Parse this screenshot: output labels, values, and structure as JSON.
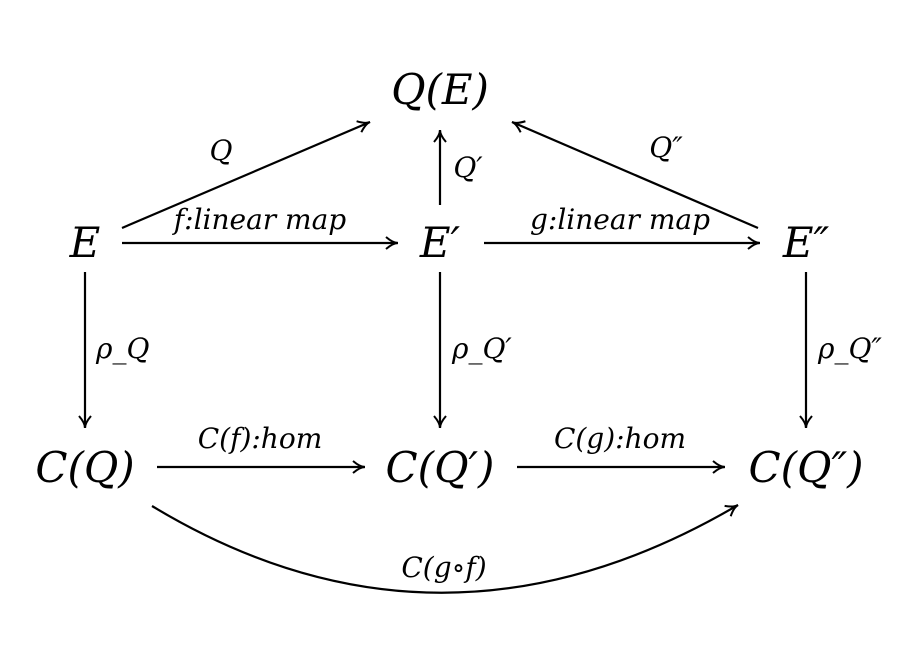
{
  "nodes": {
    "QE": "Q(E)",
    "E": "E",
    "E1": "E′",
    "E2": "E″",
    "CQ": "C(Q)",
    "CQ1": "C(Q′)",
    "CQ2": "C(Q″)"
  },
  "labels": {
    "Q": "Q",
    "Q1": "Q′",
    "Q2": "Q″",
    "f": "f:linear map",
    "g": "g:linear map",
    "rhoQ": "ρ_Q",
    "rhoQ1": "ρ_Q′",
    "rhoQ2": "ρ_Q″",
    "Cf": "C(f):hom",
    "Cg": "C(g):hom",
    "Cgf": "C(g∘f)"
  }
}
